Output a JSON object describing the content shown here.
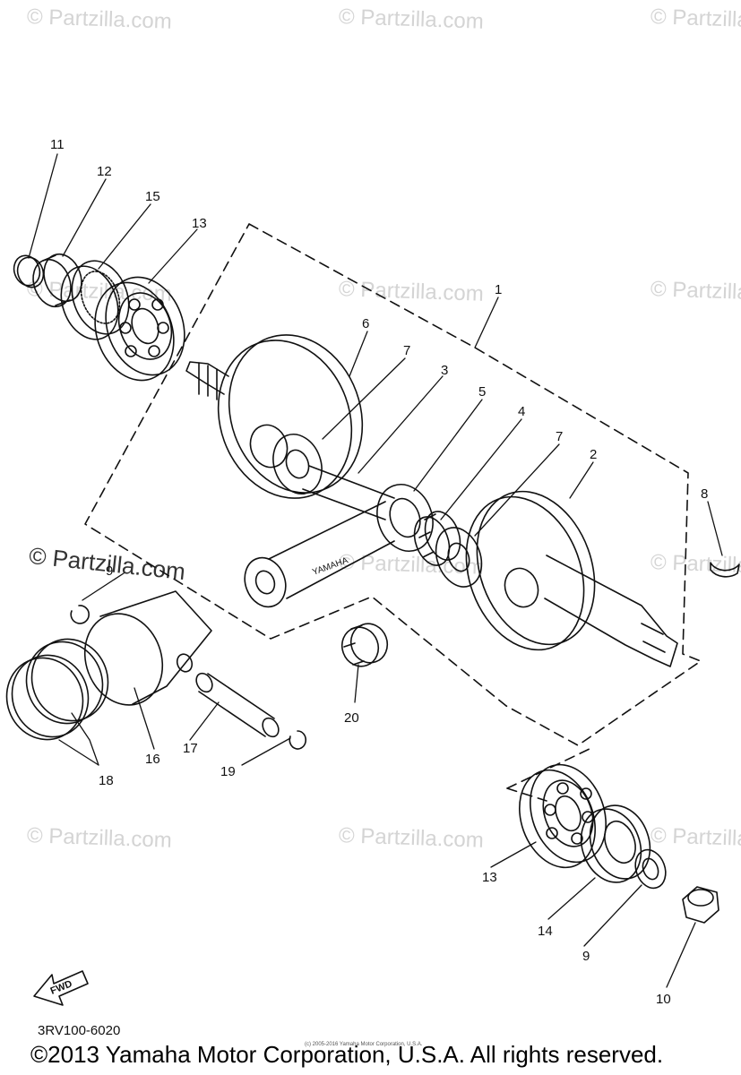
{
  "watermark": "© Partzilla.com",
  "watermark_dark": "© Partzilla.com",
  "diagram_code": "3RV100-6020",
  "copyright": "©2013 Yamaha Motor Corporation, U.S.A. All rights reserved.",
  "fine_print": "(c) 2005-2016 Yamaha Motor Corporation, U.S.A.",
  "fwd_label": "FWD",
  "rod_text": "YAMAHA",
  "callouts": [
    "11",
    "12",
    "15",
    "13",
    "1",
    "6",
    "7",
    "3",
    "5",
    "4",
    "7",
    "2",
    "8",
    "9",
    "16",
    "17",
    "19",
    "18",
    "20",
    "13",
    "14",
    "9",
    "10"
  ]
}
